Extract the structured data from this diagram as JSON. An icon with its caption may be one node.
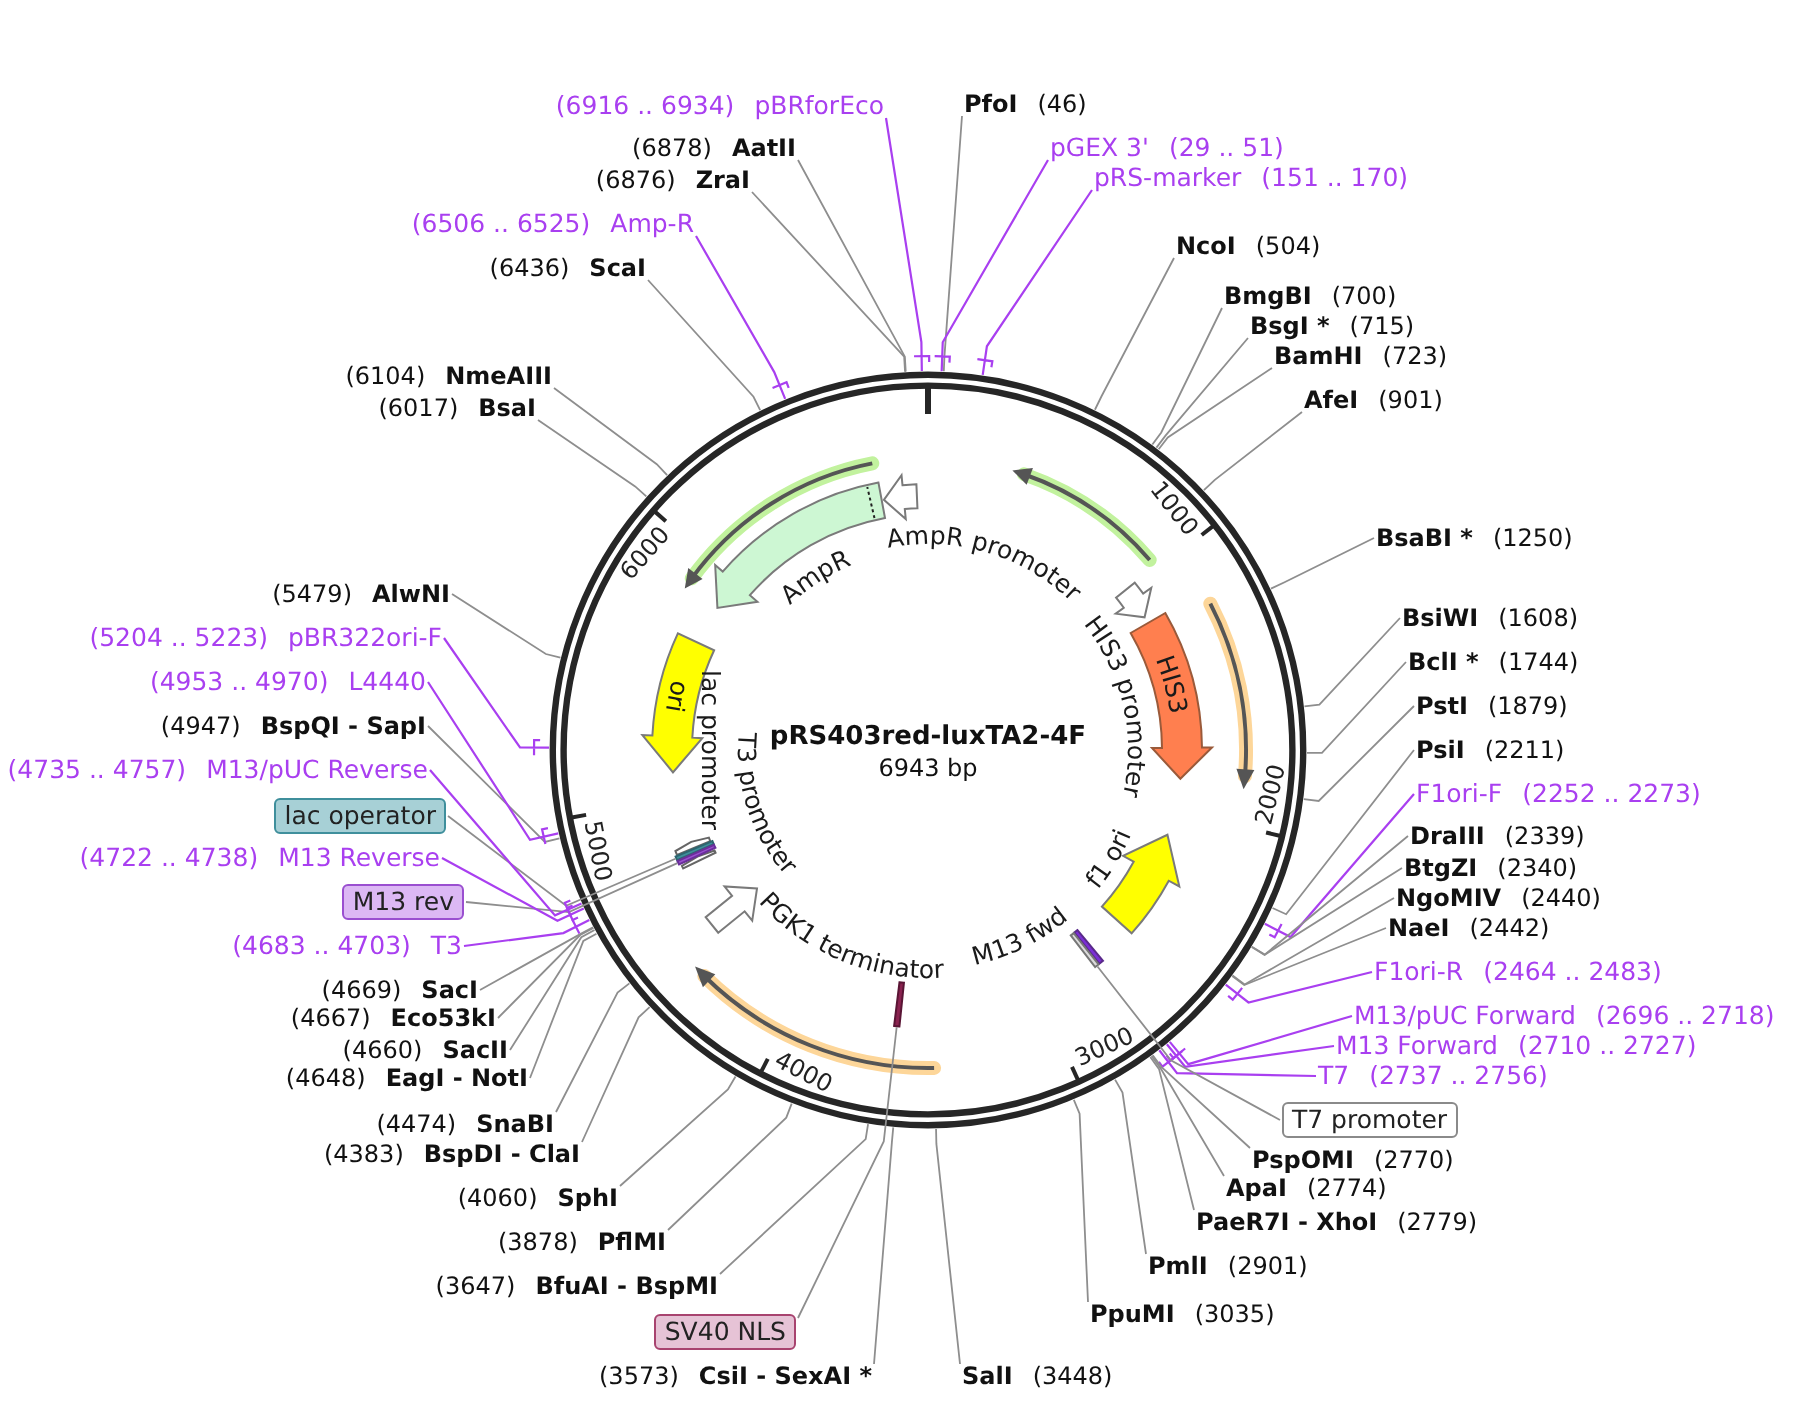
{
  "diagram": {
    "nodes": [
      {
        "text": [
          "pRS403red-luxTA2-4F",
          "6943 bp"
        ]
      },
      {
        "text": [
          "AmpR promoter"
        ],
        "in": 0
      },
      {
        "text": [
          "AmpR"
        ],
        "in": 0
      },
      {
        "text": [
          "HIS3 promoter"
        ],
        "in": 0
      },
      {
        "text": [
          "HIS3"
        ],
        "in": 0
      },
      {
        "text": [
          "ori"
        ],
        "in": 0
      },
      {
        "text": [
          "lac promoter"
        ],
        "in": 0
      },
      {
        "text": [
          "T3 promoter"
        ],
        "in": 0
      },
      {
        "text": [
          "PGK1 terminator"
        ],
        "in": 0
      },
      {
        "text": [
          "f1 ori"
        ],
        "in": 0
      },
      {
        "text": [
          "M13 fwd"
        ],
        "in": 0
      },
      {
        "text": [],
        "shape": "bar",
        "in": 0
      },
      {
        "text": [],
        "shape": "bar",
        "in": 0
      },
      {
        "text": [],
        "shape": "bar",
        "in": 0
      },
      {
        "text": [],
        "shape": "bar",
        "in": 0
      },
      {
        "text": [
          "PfoI",
          "(46)"
        ]
      },
      {
        "text": [
          "pGEX 3'",
          "(29 .. 51)"
        ]
      },
      {
        "text": [
          "pRS-marker",
          "(151 .. 170)"
        ]
      },
      {
        "text": [
          "NcoI",
          "(504)"
        ]
      },
      {
        "text": [
          "BmgBI",
          "(700)"
        ]
      },
      {
        "text": [
          "BsgI *",
          "(715)"
        ]
      },
      {
        "text": [
          "BamHI",
          "(723)"
        ]
      },
      {
        "text": [
          "AfeI",
          "(901)"
        ]
      },
      {
        "text": [
          "BsaBI *",
          "(1250)"
        ]
      },
      {
        "text": [
          "BsiWI",
          "(1608)"
        ]
      },
      {
        "text": [
          "BclI *",
          "(1744)"
        ]
      },
      {
        "text": [
          "PstI",
          "(1879)"
        ]
      },
      {
        "text": [
          "PsiI",
          "(2211)"
        ]
      },
      {
        "text": [
          "F1ori-F",
          "(2252 .. 2273)"
        ]
      },
      {
        "text": [
          "DraIII",
          "(2339)"
        ]
      },
      {
        "text": [
          "BtgZI",
          "(2340)"
        ]
      },
      {
        "text": [
          "NgoMIV",
          "(2440)"
        ]
      },
      {
        "text": [
          "NaeI",
          "(2442)"
        ]
      },
      {
        "text": [
          "F1ori-R",
          "(2464 .. 2483)"
        ]
      },
      {
        "text": [
          "M13/pUC Forward",
          "(2696 .. 2718)"
        ]
      },
      {
        "text": [
          "M13 Forward",
          "(2710 .. 2727)"
        ]
      },
      {
        "text": [
          "T7",
          "(2737 .. 2756)"
        ]
      },
      {
        "text": [
          "T7 promoter"
        ]
      },
      {
        "text": [
          "PspOMI",
          "(2770)"
        ]
      },
      {
        "text": [
          "ApaI",
          "(2774)"
        ]
      },
      {
        "text": [
          "PaeR7I - XhoI",
          "(2779)"
        ]
      },
      {
        "text": [
          "PmlI",
          "(2901)"
        ]
      },
      {
        "text": [
          "PpuMI",
          "(3035)"
        ]
      },
      {
        "text": [
          "SalI",
          "(3448)"
        ]
      },
      {
        "text": [
          "(3573)",
          "CsiI - SexAI *"
        ]
      },
      {
        "text": [
          "SV40 NLS"
        ]
      },
      {
        "text": [
          "(3647)",
          "BfuAI - BspMI"
        ]
      },
      {
        "text": [
          "(3878)",
          "PflMI"
        ]
      },
      {
        "text": [
          "(4060)",
          "SphI"
        ]
      },
      {
        "text": [
          "(4383)",
          "BspDI - ClaI"
        ]
      },
      {
        "text": [
          "(4474)",
          "SnaBI"
        ]
      },
      {
        "text": [
          "(4648)",
          "EagI - NotI"
        ]
      },
      {
        "text": [
          "(4660)",
          "SacII"
        ]
      },
      {
        "text": [
          "(4667)",
          "Eco53kI"
        ]
      },
      {
        "text": [
          "(4669)",
          "SacI"
        ]
      },
      {
        "text": [
          "(4683 .. 4703)",
          "T3"
        ]
      },
      {
        "text": [
          "M13 rev"
        ]
      },
      {
        "text": [
          "(4722 .. 4738)",
          "M13 Reverse"
        ]
      },
      {
        "text": [
          "lac operator"
        ]
      },
      {
        "text": [
          "(4735 .. 4757)",
          "M13/pUC Reverse"
        ]
      },
      {
        "text": [
          "(4947)",
          "BspQI - SapI"
        ]
      },
      {
        "text": [
          "(4953 .. 4970)",
          "L4440"
        ]
      },
      {
        "text": [
          "(5204 .. 5223)",
          "pBR322ori-F"
        ]
      },
      {
        "text": [
          "(5479)",
          "AlwNI"
        ]
      },
      {
        "text": [
          "(6017)",
          "BsaI"
        ]
      },
      {
        "text": [
          "(6104)",
          "NmeAIII"
        ]
      },
      {
        "text": [
          "(6436)",
          "ScaI"
        ]
      },
      {
        "text": [
          "(6506 .. 6525)",
          "Amp-R"
        ]
      },
      {
        "text": [
          "(6876)",
          "ZraI"
        ]
      },
      {
        "text": [
          "(6878)",
          "AatII"
        ]
      },
      {
        "text": [
          "(6916 .. 6934)",
          "pBRforEco"
        ]
      }
    ],
    "edges": [
      {
        "from": 15,
        "to": 0,
        "arrow": "none"
      },
      {
        "from": 16,
        "to": 0,
        "arrow": "none",
        "color": "#a93ff0"
      },
      {
        "from": 17,
        "to": 0,
        "arrow": "none",
        "color": "#a93ff0"
      },
      {
        "from": 18,
        "to": 0,
        "arrow": "none"
      },
      {
        "from": 19,
        "to": 0,
        "arrow": "none"
      },
      {
        "from": 20,
        "to": 0,
        "arrow": "none"
      },
      {
        "from": 21,
        "to": 0,
        "arrow": "none"
      },
      {
        "from": 22,
        "to": 0,
        "arrow": "none"
      },
      {
        "from": 23,
        "to": 0,
        "arrow": "none"
      },
      {
        "from": 24,
        "to": 0,
        "arrow": "none"
      },
      {
        "from": 25,
        "to": 0,
        "arrow": "none"
      },
      {
        "from": 26,
        "to": 0,
        "arrow": "none"
      },
      {
        "from": 27,
        "to": 0,
        "arrow": "none"
      },
      {
        "from": 28,
        "to": 0,
        "arrow": "none",
        "color": "#a93ff0"
      },
      {
        "from": 29,
        "to": 0,
        "arrow": "none"
      },
      {
        "from": 30,
        "to": 0,
        "arrow": "none"
      },
      {
        "from": 31,
        "to": 0,
        "arrow": "none"
      },
      {
        "from": 32,
        "to": 0,
        "arrow": "none"
      },
      {
        "from": 33,
        "to": 0,
        "arrow": "none",
        "color": "#a93ff0"
      },
      {
        "from": 34,
        "to": 0,
        "arrow": "none",
        "color": "#a93ff0"
      },
      {
        "from": 35,
        "to": 0,
        "arrow": "none",
        "color": "#a93ff0"
      },
      {
        "from": 36,
        "to": 0,
        "arrow": "none",
        "color": "#a93ff0"
      },
      {
        "from": 37,
        "to": 14,
        "arrow": "none"
      },
      {
        "from": 38,
        "to": 0,
        "arrow": "none"
      },
      {
        "from": 39,
        "to": 0,
        "arrow": "none"
      },
      {
        "from": 40,
        "to": 0,
        "arrow": "none"
      },
      {
        "from": 41,
        "to": 0,
        "arrow": "none"
      },
      {
        "from": 42,
        "to": 0,
        "arrow": "none"
      },
      {
        "from": 43,
        "to": 0,
        "arrow": "none"
      },
      {
        "from": 44,
        "to": 0,
        "arrow": "none"
      },
      {
        "from": 45,
        "to": 13,
        "arrow": "none"
      },
      {
        "from": 46,
        "to": 0,
        "arrow": "none"
      },
      {
        "from": 47,
        "to": 0,
        "arrow": "none"
      },
      {
        "from": 48,
        "to": 0,
        "arrow": "none"
      },
      {
        "from": 49,
        "to": 0,
        "arrow": "none"
      },
      {
        "from": 50,
        "to": 0,
        "arrow": "none"
      },
      {
        "from": 51,
        "to": 0,
        "arrow": "none"
      },
      {
        "from": 52,
        "to": 0,
        "arrow": "none"
      },
      {
        "from": 53,
        "to": 0,
        "arrow": "none"
      },
      {
        "from": 54,
        "to": 0,
        "arrow": "none"
      },
      {
        "from": 55,
        "to": 0,
        "arrow": "none",
        "color": "#a93ff0"
      },
      {
        "from": 56,
        "to": 12,
        "arrow": "none"
      },
      {
        "from": 57,
        "to": 0,
        "arrow": "none",
        "color": "#a93ff0"
      },
      {
        "from": 58,
        "to": 11,
        "arrow": "none"
      },
      {
        "from": 59,
        "to": 0,
        "arrow": "none",
        "color": "#a93ff0"
      },
      {
        "from": 60,
        "to": 0,
        "arrow": "none"
      },
      {
        "from": 61,
        "to": 0,
        "arrow": "none",
        "color": "#a93ff0"
      },
      {
        "from": 62,
        "to": 0,
        "arrow": "none",
        "color": "#a93ff0"
      },
      {
        "from": 63,
        "to": 0,
        "arrow": "none"
      },
      {
        "from": 64,
        "to": 0,
        "arrow": "none"
      },
      {
        "from": 65,
        "to": 0,
        "arrow": "none"
      },
      {
        "from": 66,
        "to": 0,
        "arrow": "none"
      },
      {
        "from": 67,
        "to": 0,
        "arrow": "none",
        "color": "#a93ff0"
      },
      {
        "from": 68,
        "to": 0,
        "arrow": "none"
      },
      {
        "from": 69,
        "to": 0,
        "arrow": "none"
      },
      {
        "from": 70,
        "to": 0,
        "arrow": "none",
        "color": "#a93ff0"
      }
    ],
    "labels": [
      "1000",
      "2000",
      "3000",
      "4000",
      "5000",
      "6000"
    ]
  }
}
